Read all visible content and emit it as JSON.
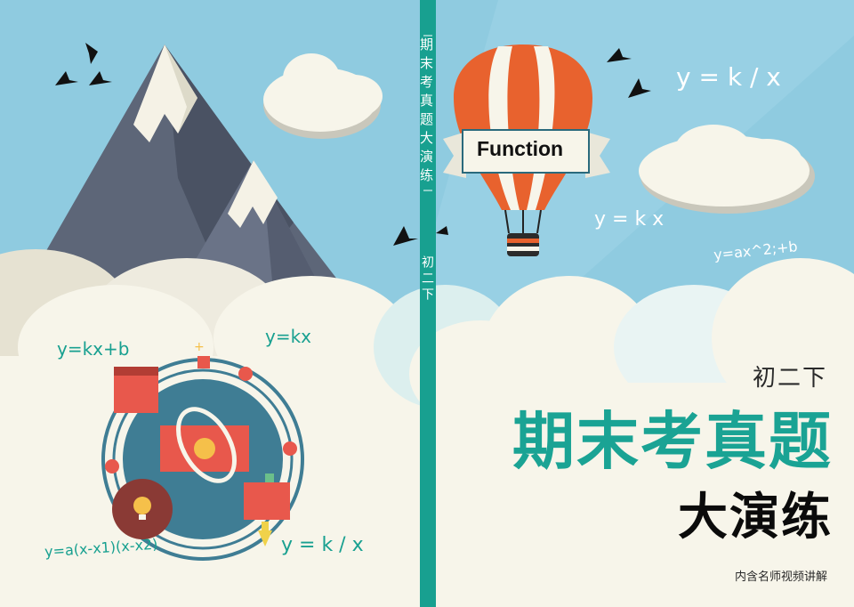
{
  "spine": {
    "title": "期末考真题大演练",
    "grade": "初二下"
  },
  "front": {
    "grade": "初二下",
    "title": "期末考真题",
    "subtitle": "大演练",
    "note": "内含名师视频讲解",
    "balloon_label": "Function",
    "formulas": {
      "inverse_top": "y = k / x",
      "proportional_mid": "y = k x",
      "quadratic": "y=ax^2;+b"
    }
  },
  "back": {
    "formulas": {
      "linear": "y=kx+b",
      "proportional": "y=kx",
      "inverse": "y = k / x",
      "factored": "y=a(x-x1)(x-x2)"
    }
  },
  "colors": {
    "sky": "#8fcbe0",
    "spine": "#18a090",
    "title_teal": "#1aa394",
    "cloud": "#f7f5ea",
    "balloon_orange": "#e8622e",
    "mountain": "#5c6577",
    "planet": "#3f7d94",
    "card_red": "#e8584c"
  }
}
